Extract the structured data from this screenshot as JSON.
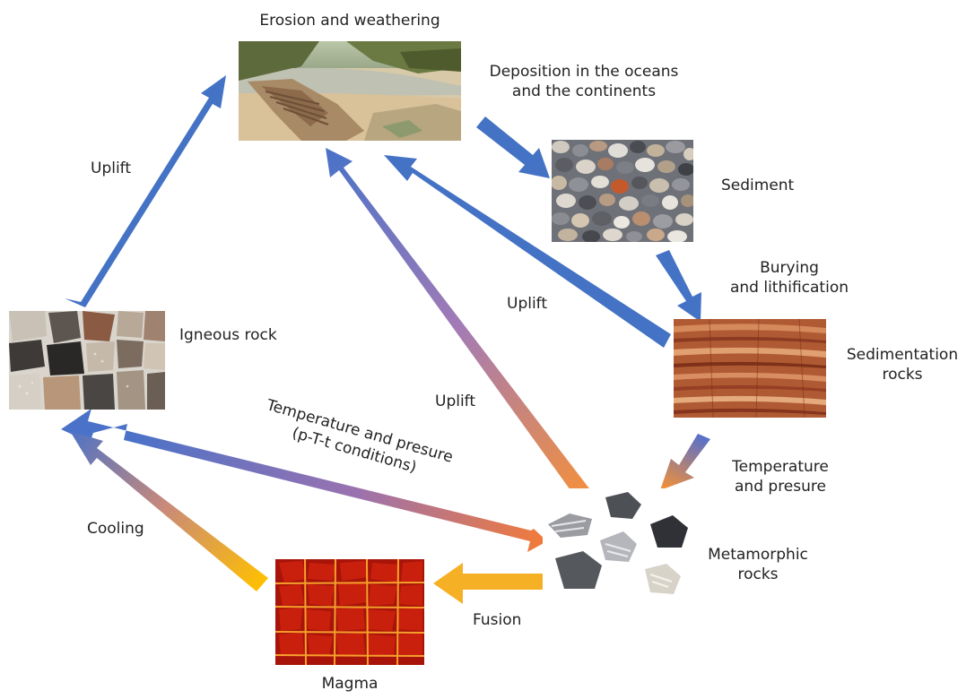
{
  "nodes": {
    "erosion": {
      "label": "Erosion and weathering"
    },
    "sediment": {
      "label": "Sediment"
    },
    "sedimentary": {
      "label_line1": "Sedimentation",
      "label_line2": "rocks"
    },
    "metamorphic": {
      "label_line1": "Metamorphic",
      "label_line2": "rocks"
    },
    "magma": {
      "label": "Magma"
    },
    "igneous": {
      "label": "Igneous rock"
    }
  },
  "processes": {
    "deposition": {
      "line1": "Deposition in the oceans",
      "line2": "and the continents"
    },
    "burying": {
      "line1": "Burying",
      "line2": "and lithification"
    },
    "temp_pressure_right": {
      "line1": "Temperature",
      "line2": "and presure"
    },
    "temp_pressure_diag": {
      "line1": "Temperature and presure",
      "line2": "(p-T-t conditions)"
    },
    "fusion": "Fusion",
    "cooling": "Cooling",
    "uplift_left": "Uplift",
    "uplift_middle": "Uplift",
    "uplift_right": "Uplift"
  },
  "colors": {
    "arrow_blue": "#4472c4",
    "arrow_orange": "#f0a030",
    "arrow_yellow": "#ffc000",
    "arrow_purple": "#8e6ab8"
  }
}
